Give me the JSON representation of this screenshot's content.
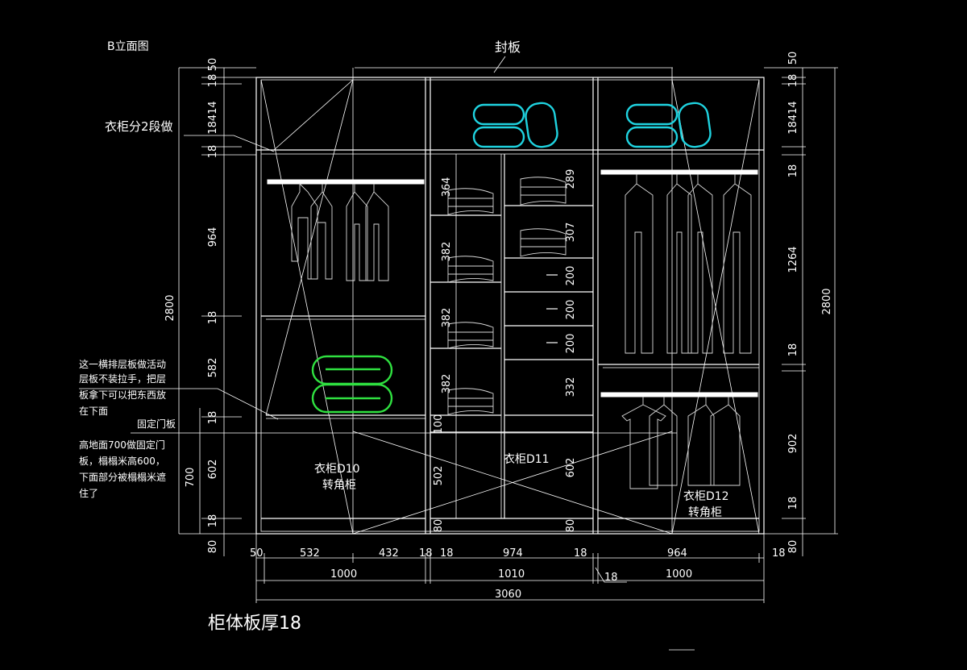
{
  "drawing": {
    "title": "B立面图",
    "top_board_label": "封板",
    "two_part_note": "衣柜分2段做",
    "shelf_note_lines": [
      "这一横排层板做活动",
      "层板不装拉手，把层",
      "板拿下可以把东西放",
      "在下面"
    ],
    "fixed_door_label": "固定门板",
    "tatami_note_lines": [
      "高地面700做固定门",
      "板，榻榻米高600，",
      "下面部分被榻榻米遮",
      "住了"
    ],
    "thickness_note": "柜体板厚18",
    "cabinet_labels": {
      "d10": [
        "衣柜D10",
        "转角柜"
      ],
      "d11": [
        "衣柜D11"
      ],
      "d12": [
        "衣柜D12",
        "转角柜"
      ]
    }
  },
  "dimensions": {
    "left_vertical": [
      "50",
      "18",
      "18414",
      "18",
      "964",
      "18",
      "582",
      "18",
      "602",
      "18",
      "80"
    ],
    "left_total": "2800",
    "right_vertical": [
      "50",
      "18",
      "18414",
      "18",
      "1264",
      "18",
      "902",
      "18",
      "80"
    ],
    "right_total": "2800",
    "bottom_row1": [
      "50",
      "532",
      "432",
      "18",
      "18",
      "974",
      "18",
      "964",
      "18"
    ],
    "bottom_row2": [
      "1000",
      "1010",
      "18",
      "1000"
    ],
    "bottom_total": "3060",
    "inner_left_col": [
      "364",
      "382",
      "382",
      "382",
      "100",
      "502",
      "80"
    ],
    "inner_right_col": [
      "289",
      "307",
      "200",
      "200",
      "200",
      "332",
      "602",
      "80"
    ],
    "fixed_door_height": "700"
  }
}
